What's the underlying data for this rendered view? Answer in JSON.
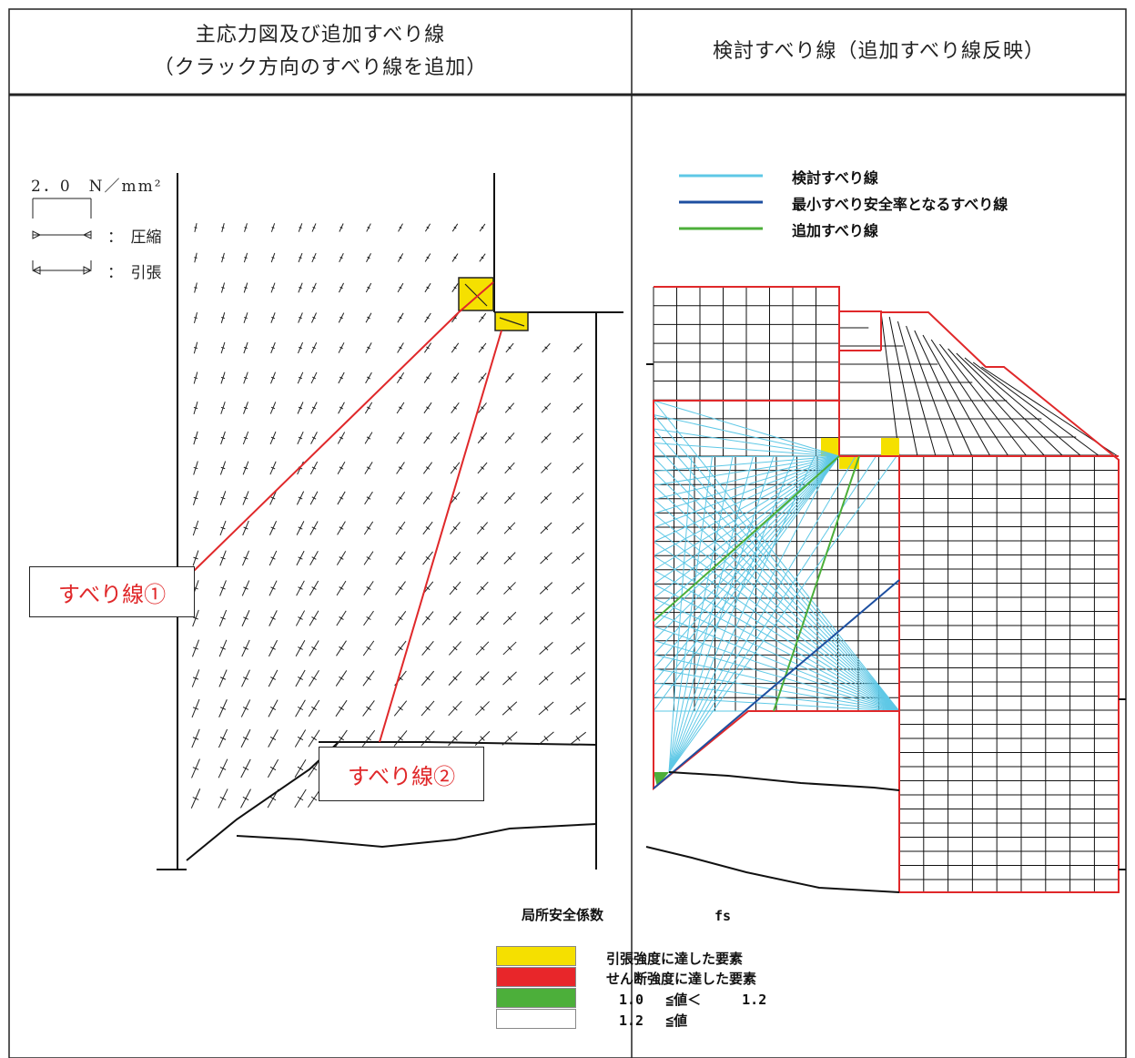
{
  "header": {
    "left_line1": "主応力図及び追加すべり線",
    "left_line2": "（クラック方向のすべり線を追加）",
    "right": "検討すべり線（追加すべり線反映）"
  },
  "stress_scale": {
    "value": "2．0　N／mm²",
    "compression": "：　圧縮",
    "tension": "：　引張"
  },
  "slip_labels": {
    "line1": "すべり線①",
    "line2": "すべり線②"
  },
  "mesh_legend": [
    {
      "label": "検討すべり線",
      "color": "#5ec8e6"
    },
    {
      "label": "最小すべり安全率となるすべり線",
      "color": "#1d4fa0"
    },
    {
      "label": "追加すべり線",
      "color": "#4caf3a"
    }
  ],
  "fs_legend": {
    "title": "局所安全係数",
    "symbol": "fs",
    "items": [
      {
        "label": "引張強度に達した要素",
        "color": "#f5e000"
      },
      {
        "label": "せん断強度に達した要素",
        "color": "#e8262a"
      },
      {
        "label": "1.0　 ≦値＜　　　1.2",
        "color": "#4caf3a"
      },
      {
        "label": "1.2　 ≦値",
        "color": "#ffffff"
      }
    ]
  },
  "colors": {
    "red_line": "#e0282a",
    "yellow": "#f5e000",
    "mesh_border": "#e0282a"
  }
}
